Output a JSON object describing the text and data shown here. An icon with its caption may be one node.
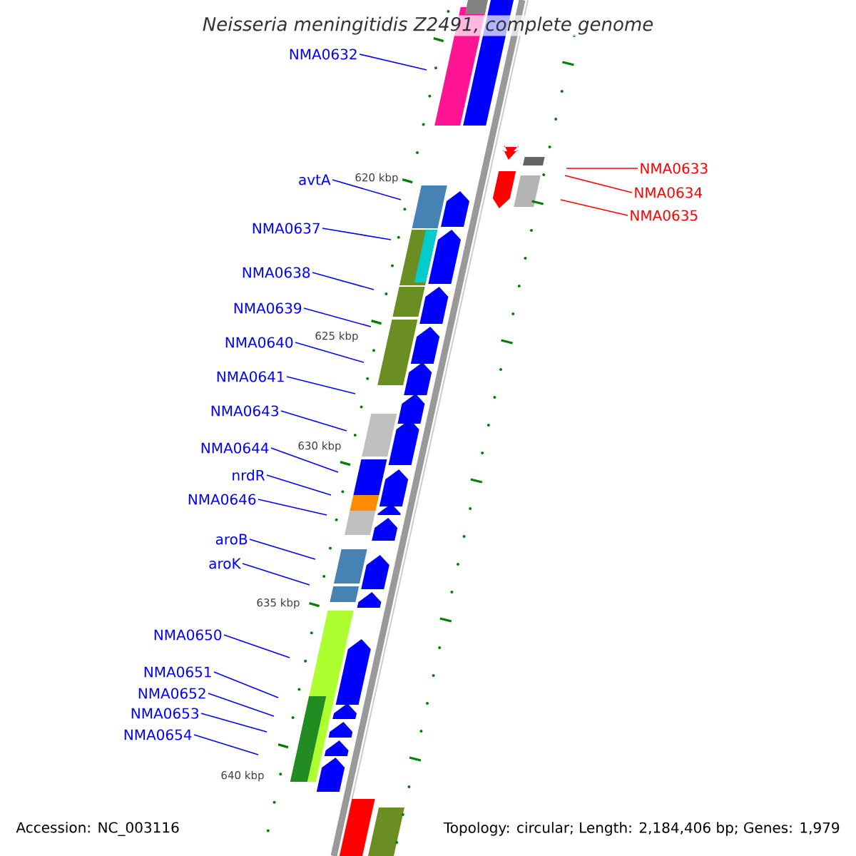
{
  "diagram": {
    "title": "Neisseria meningitidis Z2491, complete genome",
    "nodes": [
      {
        "text": [
          "NMA0632"
        ]
      },
      {
        "text": [
          "NMA0633"
        ]
      },
      {
        "text": [
          "avtA"
        ]
      },
      {
        "text": [
          "NMA0634"
        ]
      },
      {
        "text": [
          "NMA0635"
        ]
      },
      {
        "text": [
          "NMA0637"
        ]
      },
      {
        "text": [
          "NMA0638"
        ]
      },
      {
        "text": [
          "NMA0639"
        ]
      },
      {
        "text": [
          "NMA0640"
        ]
      },
      {
        "text": [
          "NMA0641"
        ]
      },
      {
        "text": [
          "NMA0643"
        ]
      },
      {
        "text": [
          "NMA0644"
        ]
      },
      {
        "text": [
          "nrdR"
        ]
      },
      {
        "text": [
          "NMA0646"
        ]
      },
      {
        "text": [
          "aroB"
        ]
      },
      {
        "text": [
          "aroK"
        ]
      },
      {
        "text": [
          "NMA0650"
        ]
      },
      {
        "text": [
          "NMA0651"
        ]
      },
      {
        "text": [
          "NMA0652"
        ]
      },
      {
        "text": [
          "NMA0653"
        ]
      },
      {
        "text": [
          "NMA0654"
        ]
      }
    ],
    "edges": [
      {
        "from": 0,
        "to": null,
        "arrow": "none"
      },
      {
        "from": 1,
        "to": null,
        "arrow": "none",
        "color": "#ff0000"
      },
      {
        "from": 2,
        "to": null,
        "arrow": "none"
      },
      {
        "from": 3,
        "to": null,
        "arrow": "none",
        "color": "#ff0000"
      },
      {
        "from": 4,
        "to": null,
        "arrow": "none",
        "color": "#ff0000"
      },
      {
        "from": 5,
        "to": null,
        "arrow": "none"
      },
      {
        "from": 6,
        "to": null,
        "arrow": "none"
      },
      {
        "from": 7,
        "to": null,
        "arrow": "none"
      },
      {
        "from": 8,
        "to": null,
        "arrow": "none"
      },
      {
        "from": 9,
        "to": null,
        "arrow": "none"
      },
      {
        "from": 10,
        "to": null,
        "arrow": "none"
      },
      {
        "from": 11,
        "to": null,
        "arrow": "none"
      },
      {
        "from": 12,
        "to": null,
        "arrow": "none"
      },
      {
        "from": 13,
        "to": null,
        "arrow": "none"
      },
      {
        "from": 14,
        "to": null,
        "arrow": "none"
      },
      {
        "from": 15,
        "to": null,
        "arrow": "none"
      },
      {
        "from": 16,
        "to": null,
        "arrow": "none"
      },
      {
        "from": 17,
        "to": null,
        "arrow": "none"
      },
      {
        "from": 18,
        "to": null,
        "arrow": "none"
      },
      {
        "from": 19,
        "to": null,
        "arrow": "none"
      },
      {
        "from": 20,
        "to": null,
        "arrow": "none"
      }
    ],
    "labels": [
      "620 kbp",
      "625 kbp",
      "630 kbp",
      "635 kbp",
      "640 kbp",
      "Accession: NC_003116",
      "Topology: circular; Length: 2,184,406 bp; Genes: 1,979"
    ]
  }
}
